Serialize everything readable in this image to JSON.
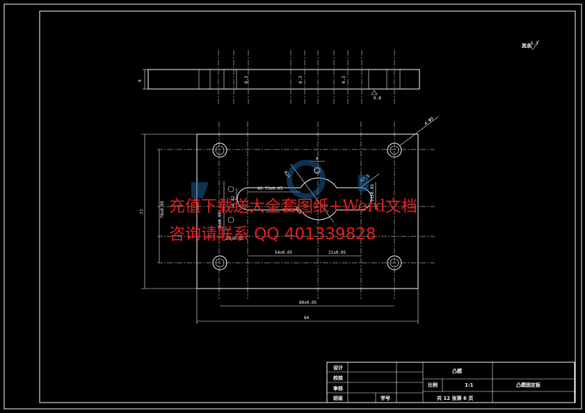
{
  "drawing": {
    "roughness_note": "其余",
    "roughness_value": "6.3",
    "dims": {
      "thickness": "9",
      "side_ra1": "6.3",
      "side_ra2": "6.3",
      "side_ra3": "6.3",
      "side_ra4": "0.8",
      "corner": "4-Φ9",
      "center_r": "R9",
      "slot_r": "R24",
      "r_small": "R10",
      "slot_len": "42.73±0.05",
      "left_h1": "14.42",
      "left_h2": "20±0.05",
      "v_left1": "16±0.05",
      "v_left2": "78±0.05",
      "height_total": "77",
      "right_v": "21±0.05",
      "right_r": "R7.5",
      "bot1": "54±0.05",
      "bot2": "21±0.05",
      "bot3": "80±0.05",
      "width_total": "84",
      "top_a": "A"
    }
  },
  "watermark": {
    "line1": "充值下载送大全套图纸+Word文档",
    "line2": "咨询请联系 QQ 401339828"
  },
  "title_block": {
    "r1_label": "设计",
    "r2_label": "校核",
    "r3_label": "审核",
    "r4_label": "班级",
    "r4_mid": "学号",
    "part_name": "凸模",
    "scale_label": "比例",
    "scale_value": "1:1",
    "drawing_name": "凸模固定板",
    "sheet_info": "共 12 张第 6 页"
  }
}
